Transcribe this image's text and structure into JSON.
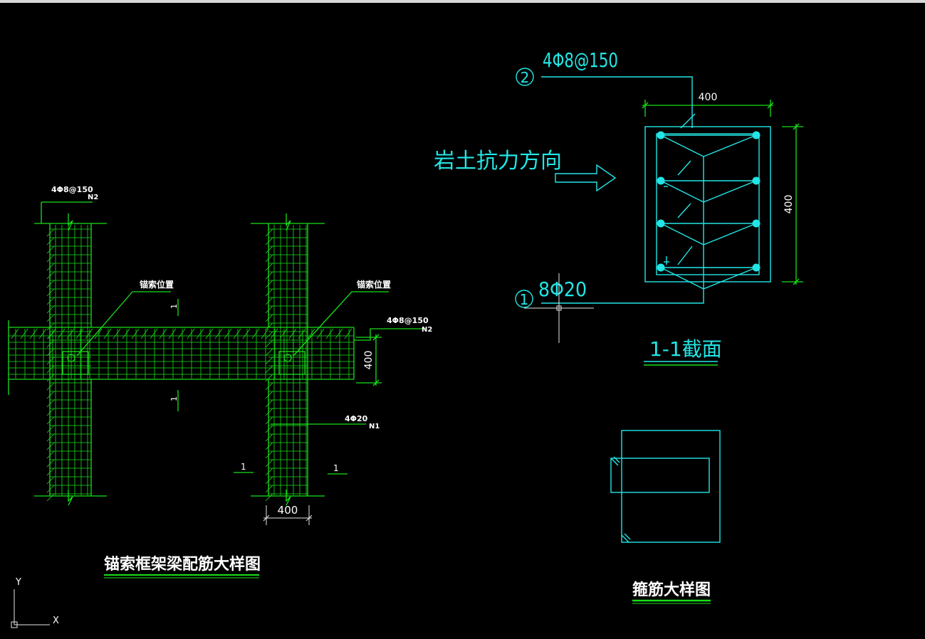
{
  "elevation": {
    "title": "锚索框架梁配筋大样图",
    "anchor_label_left": "锚索位置",
    "anchor_label_right": "锚索位置",
    "stirrup_top_left": "4Φ8@150",
    "stirrup_top_left_tag": "N2",
    "stirrup_right": "4Φ8@150",
    "stirrup_right_tag": "N2",
    "main_bar": "4Φ20",
    "main_bar_tag": "N1",
    "beam_depth_dim": "400",
    "column_width_dim": "400",
    "section_mark": "1"
  },
  "section": {
    "title": "1-1截面",
    "width_dim": "400",
    "height_dim": "400",
    "callout_2_num": "2",
    "callout_2_text": "4Φ8@150",
    "callout_1_num": "1",
    "callout_1_text": "8Φ20",
    "force_label": "岩土抗力方向"
  },
  "stirrup": {
    "title": "箍筋大样图"
  },
  "ucs": {
    "y_label": "Y",
    "x_label": "X"
  },
  "colors": {
    "background": "#000000",
    "green": "#18e018",
    "cyan": "#22e6e6",
    "white": "#ffffff"
  }
}
